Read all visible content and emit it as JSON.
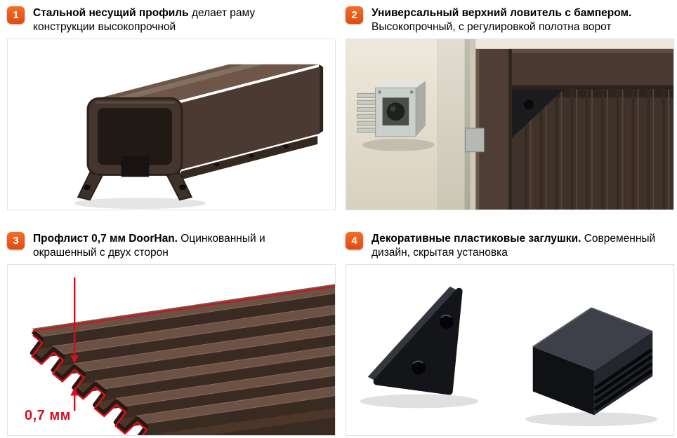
{
  "accent_color": "#e8511c",
  "dimension_color": "#d60f1e",
  "cards": [
    {
      "number": "1",
      "title_bold": "Стальной несущий профиль",
      "title_rest": " делает раму конструкции высокопрочной",
      "image": "steel-profile"
    },
    {
      "number": "2",
      "title_bold": "Универсальный верхний ловитель с бампером.",
      "title_rest": " Высокопрочный, с регулировкой полотна ворот",
      "image": "universal-top-catcher"
    },
    {
      "number": "3",
      "title_bold": "Профлист 0,7 мм DoorHan.",
      "title_rest": " Оцинкованный и окрашенный с двух сторон",
      "annotation": "0,7 мм",
      "image": "profiled-sheet"
    },
    {
      "number": "4",
      "title_bold": "Декоративные пластиковые заглушки.",
      "title_rest": " Современный дизайн, скрытая установка",
      "image": "decorative-plastic-caps"
    }
  ]
}
